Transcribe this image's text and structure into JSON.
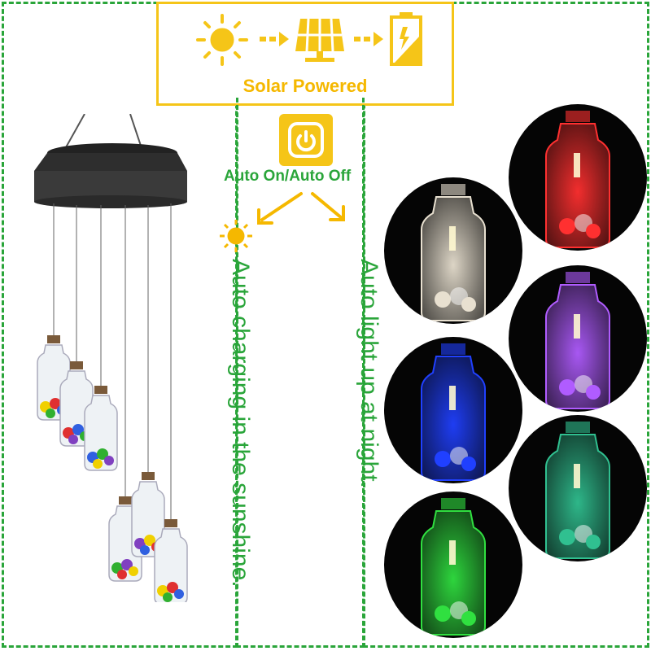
{
  "banner": {
    "title": "Solar Powered",
    "icons": [
      "sun-icon",
      "arrow-icon",
      "solar-panel-icon",
      "arrow-icon",
      "battery-icon"
    ]
  },
  "power_button": {
    "icon": "power-icon",
    "caption": "Auto On/Auto Off"
  },
  "left_text": "Auto charging in the sunshine.",
  "right_text": "Auto light up at night.",
  "colors": {
    "green": "#2aa53a",
    "yellow": "#f5c518",
    "orange_arrow": "#f5b800"
  },
  "night_jars": [
    {
      "name": "jar-glow-red",
      "color": "#ff3030"
    },
    {
      "name": "jar-glow-white",
      "color": "#e8e0d0"
    },
    {
      "name": "jar-glow-purple",
      "color": "#b05cff"
    },
    {
      "name": "jar-glow-blue",
      "color": "#2040ff"
    },
    {
      "name": "jar-glow-teal",
      "color": "#30c090"
    },
    {
      "name": "jar-glow-green",
      "color": "#30e040"
    }
  ]
}
